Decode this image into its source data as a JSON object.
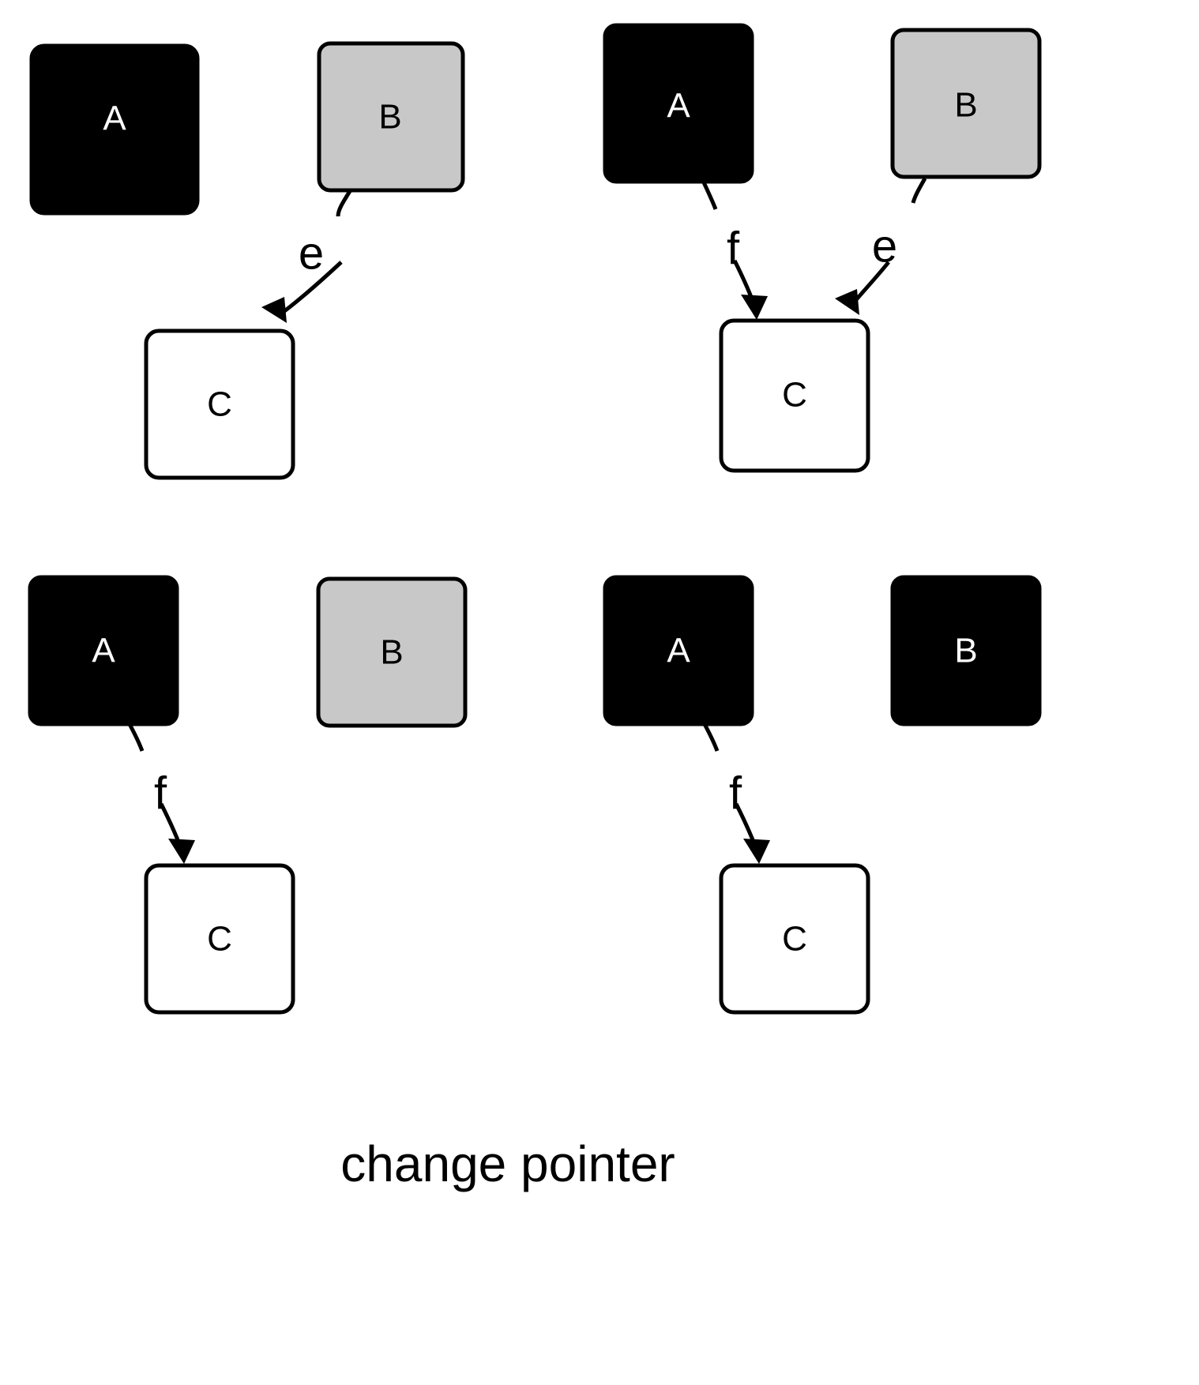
{
  "caption": "change pointer",
  "colors": {
    "black": "#000000",
    "gray": "#c8c8c8",
    "white": "#ffffff",
    "background": "#ffffff",
    "stroke": "#000000"
  },
  "panels": [
    {
      "id": "panel-top-left",
      "nodes": [
        {
          "id": "A",
          "label": "A",
          "fill": "#000000",
          "text_color": "#ffffff"
        },
        {
          "id": "B",
          "label": "B",
          "fill": "#c8c8c8",
          "text_color": "#000000"
        },
        {
          "id": "C",
          "label": "C",
          "fill": "#ffffff",
          "text_color": "#000000"
        }
      ],
      "edges": [
        {
          "id": "e",
          "label": "e",
          "from": "B",
          "to": "C"
        }
      ]
    },
    {
      "id": "panel-top-right",
      "nodes": [
        {
          "id": "A",
          "label": "A",
          "fill": "#000000",
          "text_color": "#ffffff"
        },
        {
          "id": "B",
          "label": "B",
          "fill": "#c8c8c8",
          "text_color": "#000000"
        },
        {
          "id": "C",
          "label": "C",
          "fill": "#ffffff",
          "text_color": "#000000"
        }
      ],
      "edges": [
        {
          "id": "f",
          "label": "f",
          "from": "A",
          "to": "C"
        },
        {
          "id": "e",
          "label": "e",
          "from": "B",
          "to": "C"
        }
      ]
    },
    {
      "id": "panel-bottom-left",
      "nodes": [
        {
          "id": "A",
          "label": "A",
          "fill": "#000000",
          "text_color": "#ffffff"
        },
        {
          "id": "B",
          "label": "B",
          "fill": "#c8c8c8",
          "text_color": "#000000"
        },
        {
          "id": "C",
          "label": "C",
          "fill": "#ffffff",
          "text_color": "#000000"
        }
      ],
      "edges": [
        {
          "id": "f",
          "label": "f",
          "from": "A",
          "to": "C"
        }
      ]
    },
    {
      "id": "panel-bottom-right",
      "nodes": [
        {
          "id": "A",
          "label": "A",
          "fill": "#000000",
          "text_color": "#ffffff"
        },
        {
          "id": "B",
          "label": "B",
          "fill": "#000000",
          "text_color": "#ffffff"
        },
        {
          "id": "C",
          "label": "C",
          "fill": "#ffffff",
          "text_color": "#000000"
        }
      ],
      "edges": [
        {
          "id": "f",
          "label": "f",
          "from": "A",
          "to": "C"
        }
      ]
    }
  ]
}
